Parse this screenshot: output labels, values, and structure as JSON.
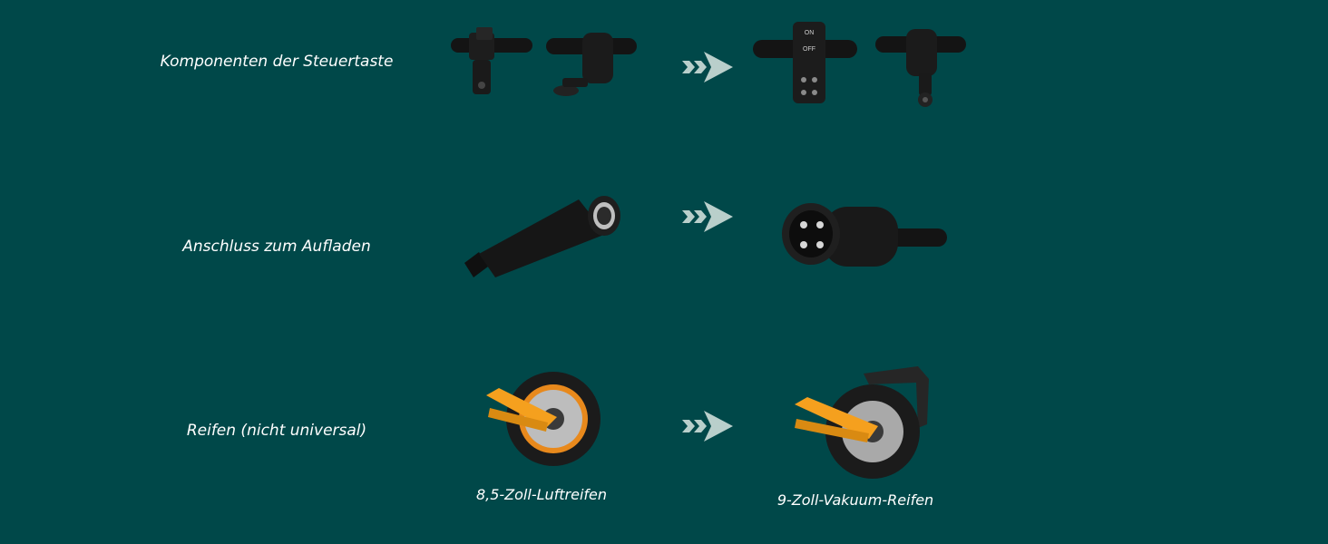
{
  "rows": [
    {
      "label": "Komponenten der Steuertaste"
    },
    {
      "label": "Anschluss zum Aufladen"
    },
    {
      "label": "Reifen (nicht universal)"
    }
  ],
  "captions": {
    "old_tire": "8,5-Zoll-Luftreifen",
    "new_tire": "9-Zoll-Vakuum-Reifen"
  },
  "control_labels": {
    "on": "ON",
    "off": "OFF"
  },
  "colors": {
    "background": "#004849",
    "arrow": "#b9cfcb",
    "swingarm": "#f5a01e",
    "tire": "#1b1b1b",
    "rim_accent": "#e8891c"
  },
  "icons": [
    "double-chevron-arrow-icon"
  ]
}
